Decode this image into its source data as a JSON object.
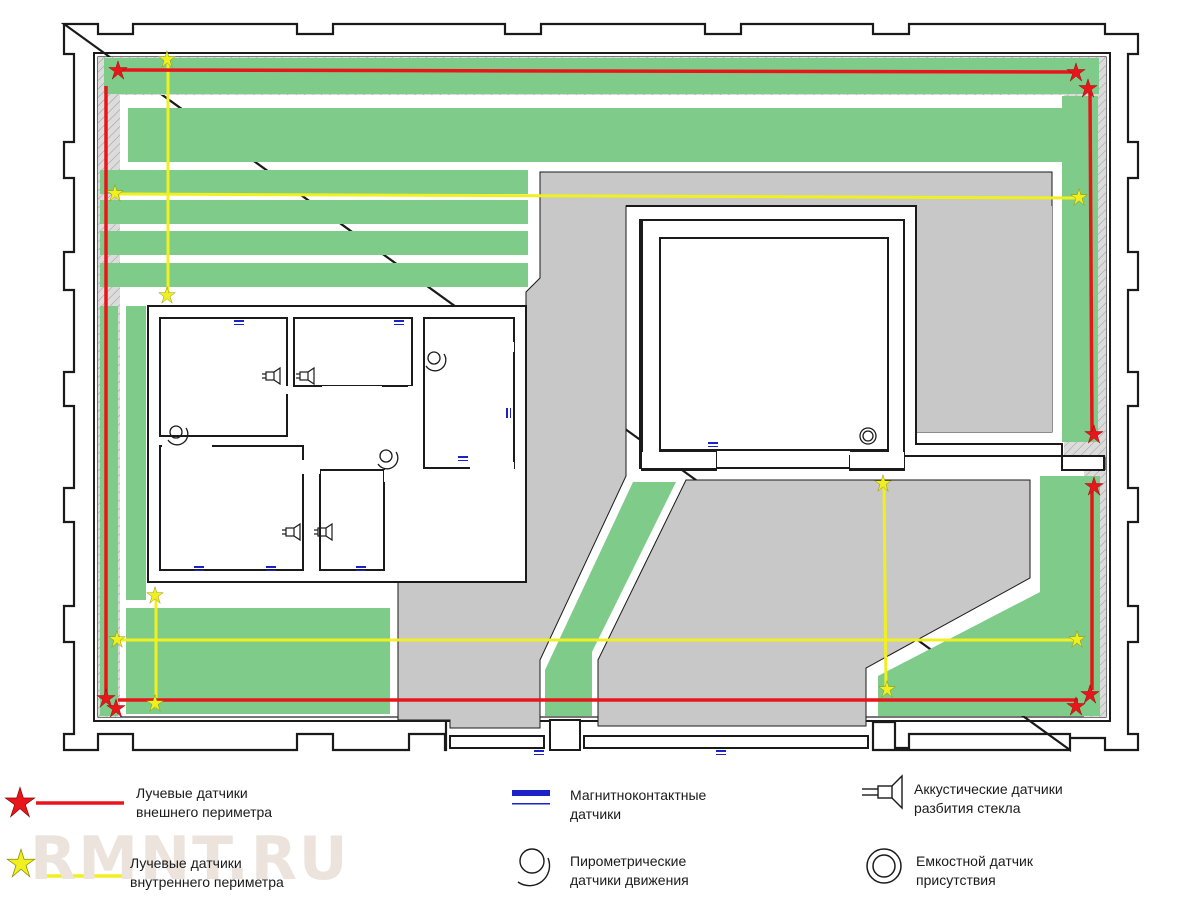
{
  "watermark": "RMNT.RU",
  "legend": {
    "outer_beam": {
      "line1": "Лучевые датчики",
      "line2": "внешнего периметра",
      "color": "#e8161b"
    },
    "inner_beam": {
      "line1": "Лучевые датчики",
      "line2": "внутреннего периметра",
      "color": "#f0f020"
    },
    "magnetic": {
      "line1": "Магнитноконтактные",
      "line2": "датчики",
      "color": "#1a22c8"
    },
    "pyrometric": {
      "line1": "Пирометрические",
      "line2": "датчики движения"
    },
    "acoustic": {
      "line1": "Аккустические датчики",
      "line2": "разбития стекла"
    },
    "capacitive": {
      "line1": "Емкостной датчик",
      "line2": "присутствия"
    }
  },
  "colors": {
    "lawn": "#7fcc8a",
    "paving": "#c8c8c8",
    "wall": "#1a1a1a",
    "outer_beam": "#e8161b",
    "inner_beam": "#f0f020",
    "magnetic": "#1a22c8"
  }
}
